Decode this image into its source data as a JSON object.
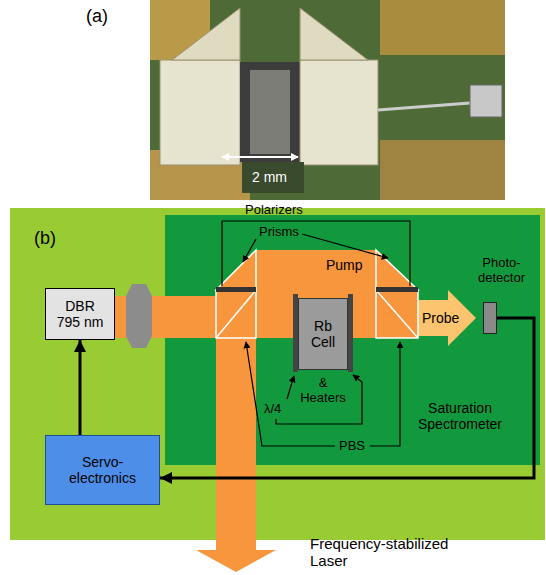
{
  "diagram": {
    "nodes": [
      {
        "text": [
          "DBR 795 nm"
        ]
      },
      {
        "text": [
          "Saturation Spectrometer"
        ]
      },
      {
        "text": [
          "Rb Cell"
        ],
        "in": 1
      },
      {
        "text": [
          "Photo- detector"
        ],
        "in": 1
      },
      {
        "text": [
          "Servo- electronics"
        ]
      }
    ],
    "edges": [
      {
        "from": 4,
        "to": 0,
        "arrow": "to"
      },
      {
        "from": 3,
        "to": 4,
        "arrow": "to"
      }
    ],
    "labels": [
      "(a)",
      "2 mm",
      "(b)",
      "Polarizers",
      "Prisms",
      "Pump",
      "& Heaters",
      "λ/4",
      "PBS",
      "Probe",
      "Frequency-stabilized Laser"
    ]
  }
}
